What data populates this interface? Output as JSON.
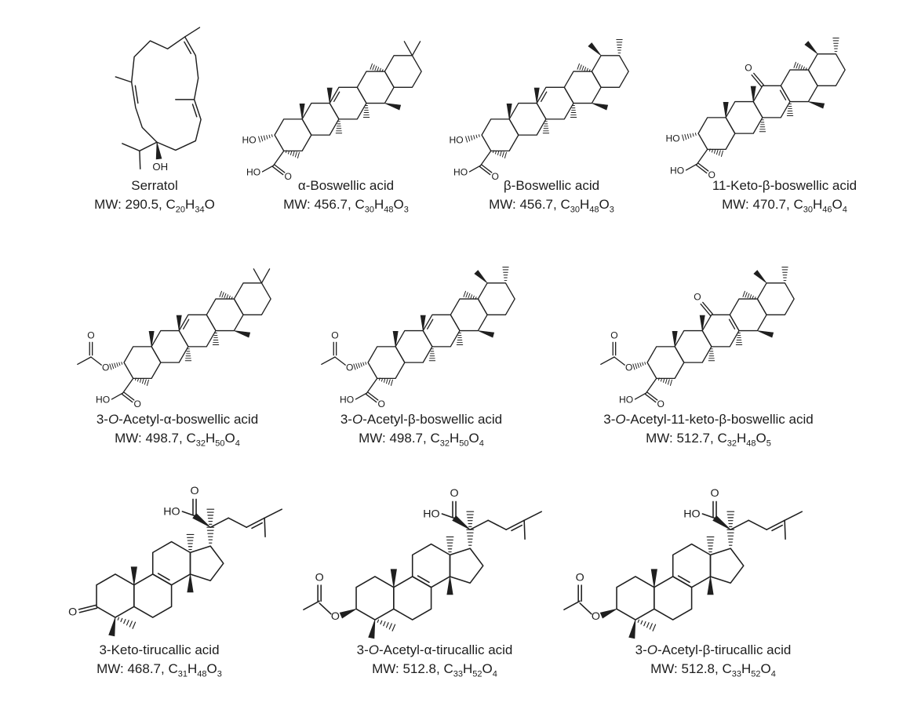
{
  "figure": {
    "background": "#ffffff",
    "line_color": "#1f1f1f",
    "text_color": "#1d1d1d"
  },
  "structure_labels": {
    "ho": "HO",
    "o": "O",
    "oh": "OH"
  },
  "compounds": [
    {
      "name": "Serratol",
      "mw": "MW: 290.5,",
      "formula": "C20H34O",
      "scaffold": "serratol"
    },
    {
      "name": "α-Boswellic acid",
      "mw": "MW: 456.7,",
      "formula": "C30H48O3",
      "scaffold": "boswellic",
      "c3": "OH",
      "keto11": false,
      "ringE": "gem"
    },
    {
      "name": "β-Boswellic acid",
      "mw": "MW: 456.7,",
      "formula": "C30H48O3",
      "scaffold": "boswellic",
      "c3": "OH",
      "keto11": false,
      "ringE": "ursane"
    },
    {
      "name": "11-Keto-β-boswellic acid",
      "mw": "MW: 470.7,",
      "formula": "C30H46O4",
      "scaffold": "boswellic",
      "c3": "OH",
      "keto11": true,
      "ringE": "ursane"
    },
    {
      "name": "3-*O*-Acetyl-α-boswellic acid",
      "mw": "MW: 498.7,",
      "formula": "C32H50O4",
      "scaffold": "boswellic",
      "c3": "OAc",
      "keto11": false,
      "ringE": "gem"
    },
    {
      "name": "3-*O*-Acetyl-β-boswellic acid",
      "mw": "MW: 498.7,",
      "formula": "C32H50O4",
      "scaffold": "boswellic",
      "c3": "OAc",
      "keto11": false,
      "ringE": "ursane"
    },
    {
      "name": "3-*O*-Acetyl-11-keto-β-boswellic acid",
      "mw": "MW: 512.7,",
      "formula": "C32H48O5",
      "scaffold": "boswellic",
      "c3": "OAc",
      "keto11": true,
      "ringE": "ursane"
    },
    {
      "name": "3-Keto-tirucallic acid",
      "mw": "MW: 468.7,",
      "formula": "C31H48O3",
      "scaffold": "tirucallic",
      "c3": "keto"
    },
    {
      "name": "3-*O*-Acetyl-α-tirucallic acid",
      "mw": "MW: 512.8,",
      "formula": "C33H52O4",
      "scaffold": "tirucallic",
      "c3": "OAc"
    },
    {
      "name": "3-*O*-Acetyl-β-tirucallic acid",
      "mw": "MW: 512.8,",
      "formula": "C33H52O4",
      "scaffold": "tirucallic",
      "c3": "OAc"
    }
  ]
}
